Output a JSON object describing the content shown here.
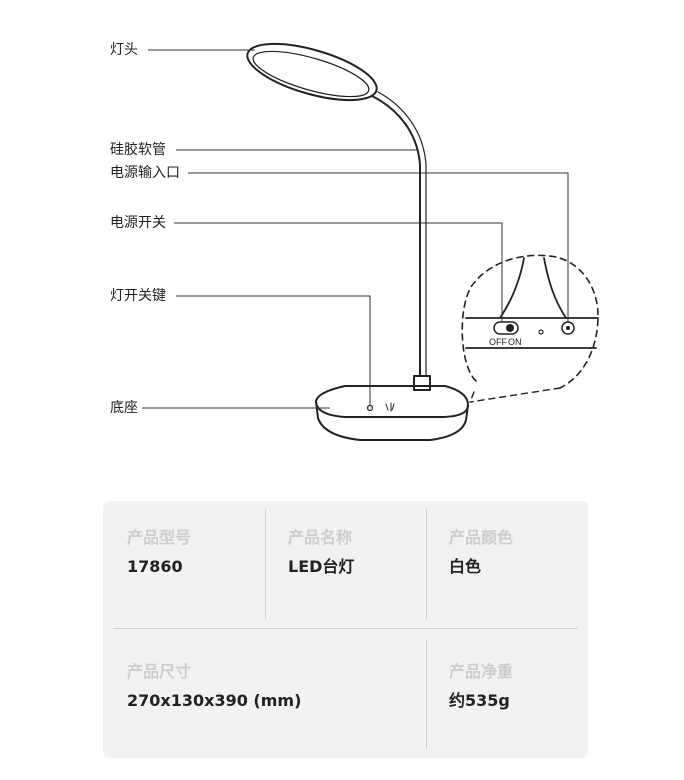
{
  "diagram": {
    "labels": {
      "lamp_head": "灯头",
      "silicone_hose": "硅胶软管",
      "power_input": "电源输入口",
      "power_switch": "电源开关",
      "light_switch_key": "灯开关键",
      "base": "底座"
    },
    "switch_off": "OFF",
    "switch_on": "ON",
    "line_color": "#222222"
  },
  "specs": {
    "model": {
      "label": "产品型号",
      "value": "17860"
    },
    "name": {
      "label": "产品名称",
      "value": "LED台灯"
    },
    "color": {
      "label": "产品颜色",
      "value": "白色"
    },
    "size": {
      "label": "产品尺寸",
      "value": "270x130x390 (mm)"
    },
    "weight": {
      "label": "产品净重",
      "value": "约535g"
    },
    "panel_bg": "#f2f2f2",
    "label_color": "#cdcdcd"
  }
}
